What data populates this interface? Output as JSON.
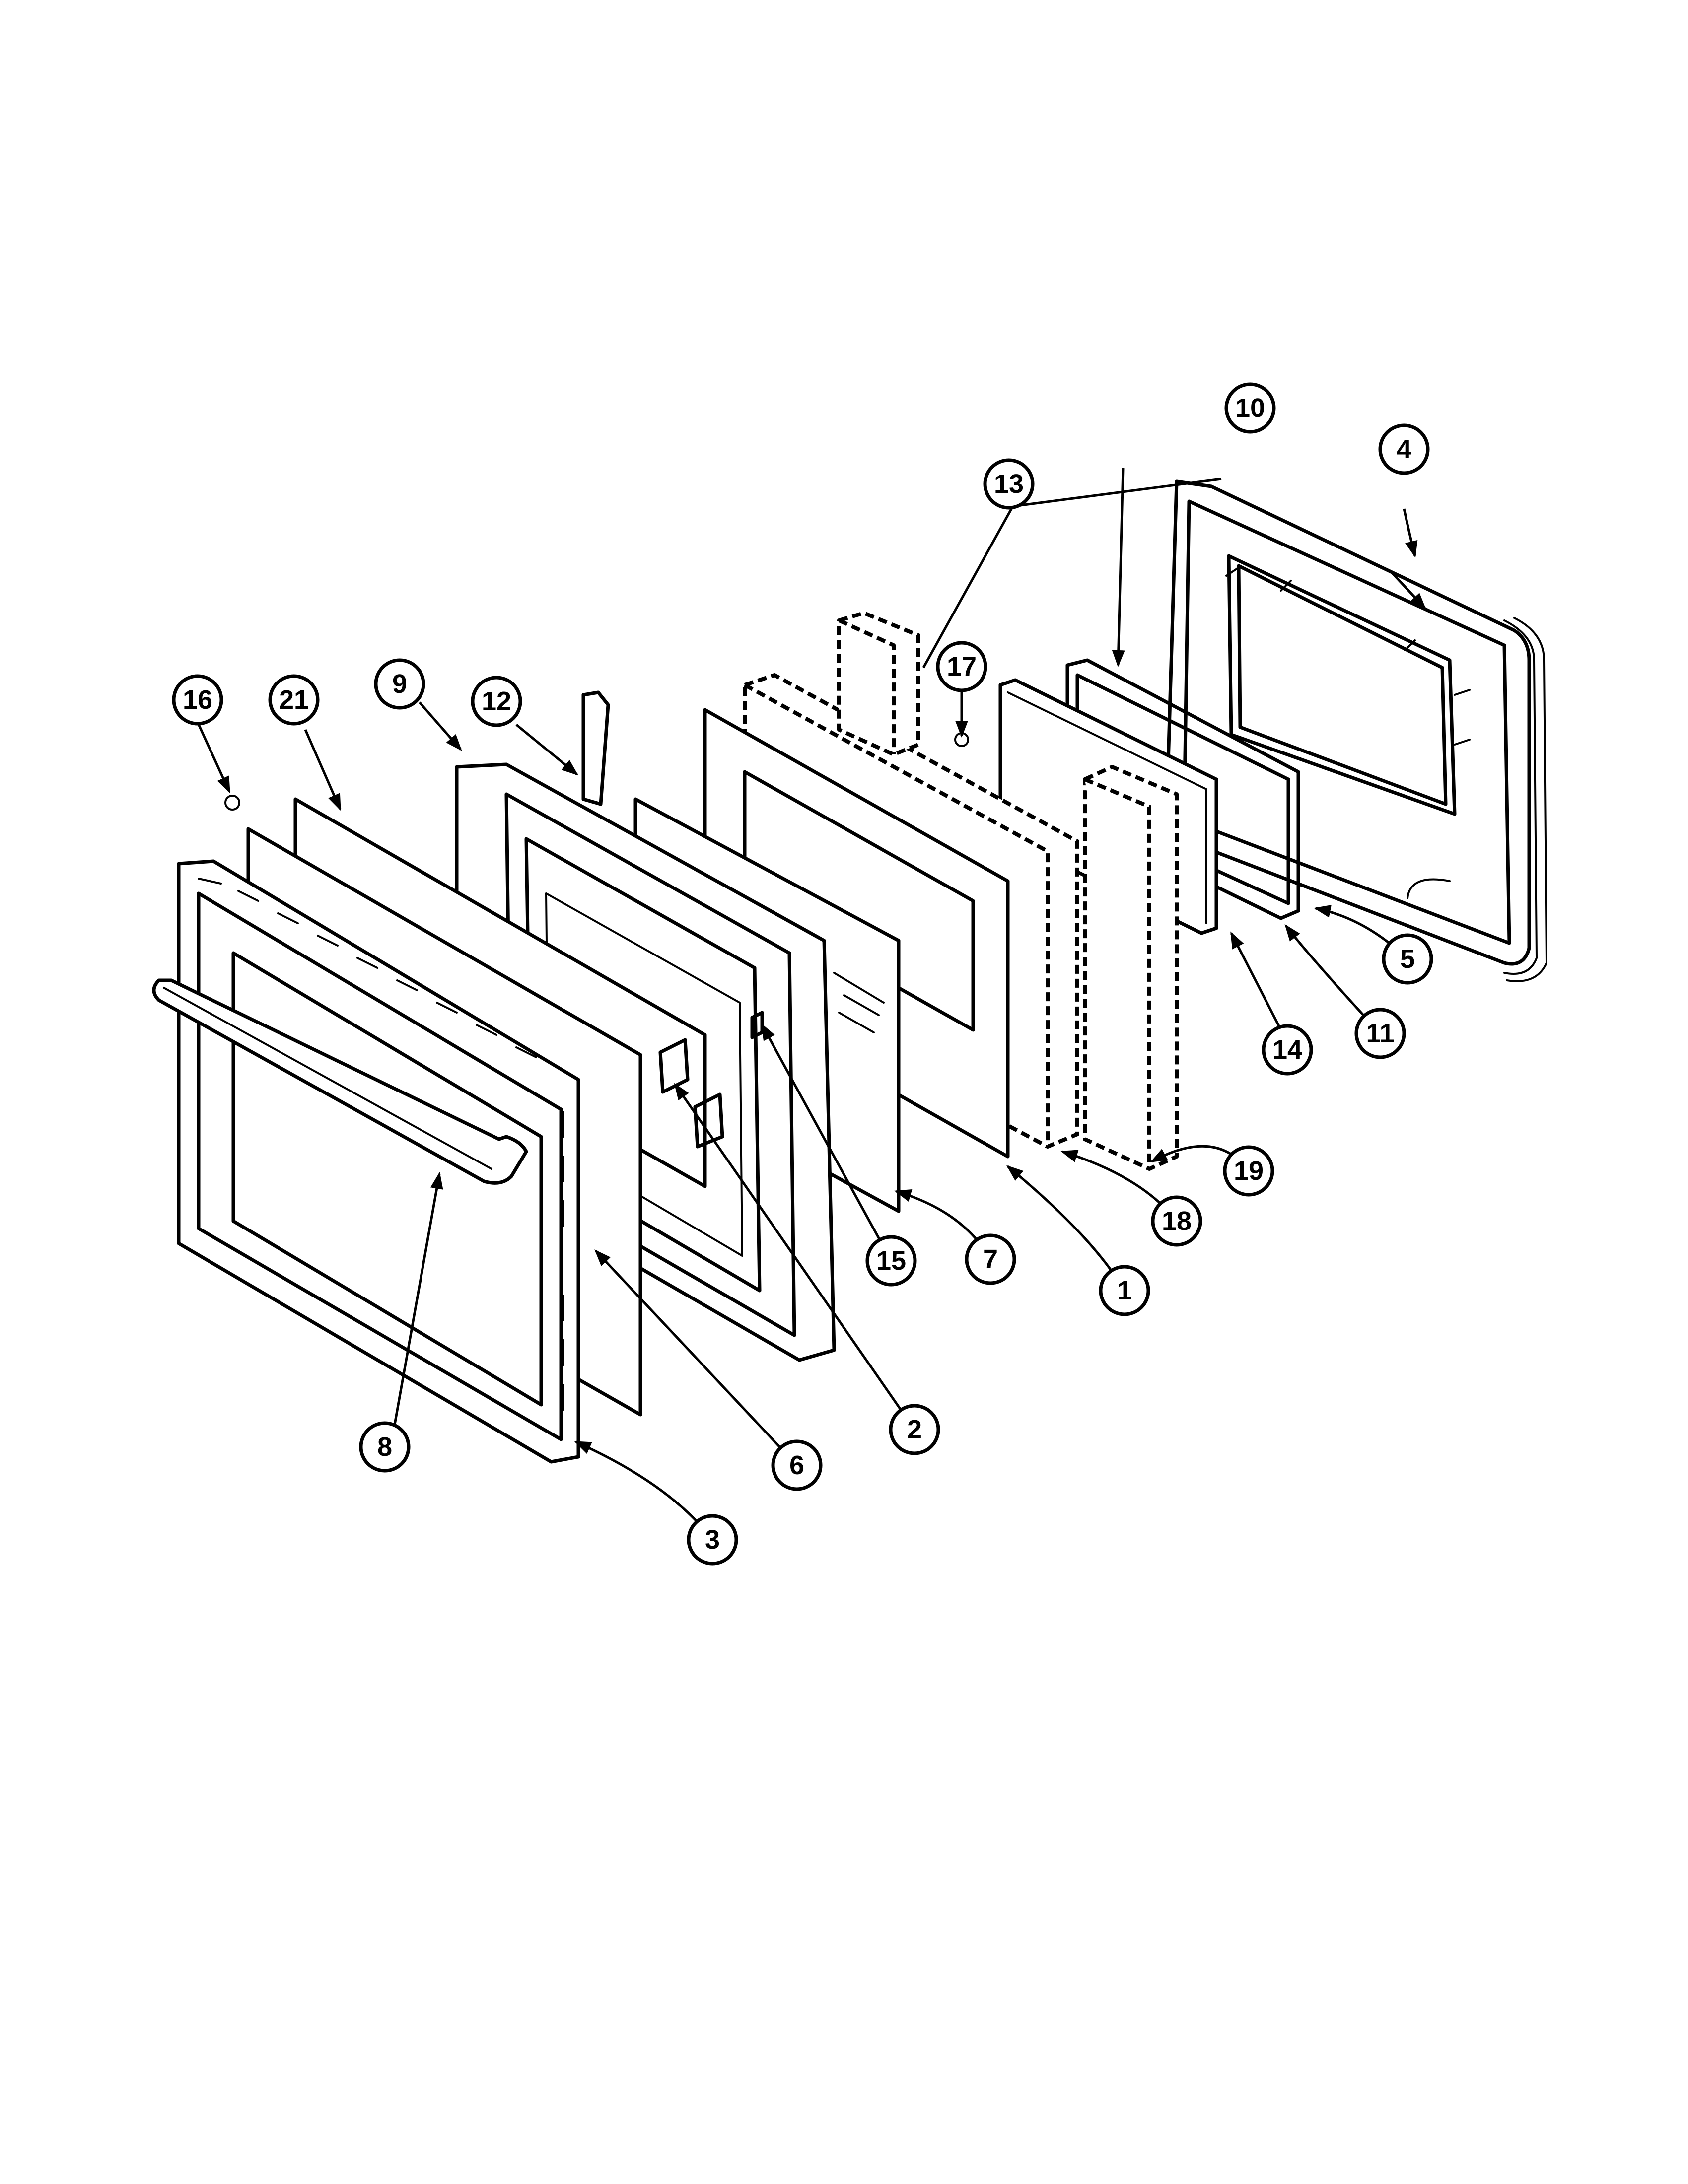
{
  "diagram": {
    "callouts": [
      "1",
      "2",
      "3",
      "4",
      "5",
      "6",
      "7",
      "8",
      "9",
      "10",
      "11",
      "12",
      "13",
      "14",
      "15",
      "16",
      "17",
      "18",
      "19",
      "21"
    ]
  }
}
